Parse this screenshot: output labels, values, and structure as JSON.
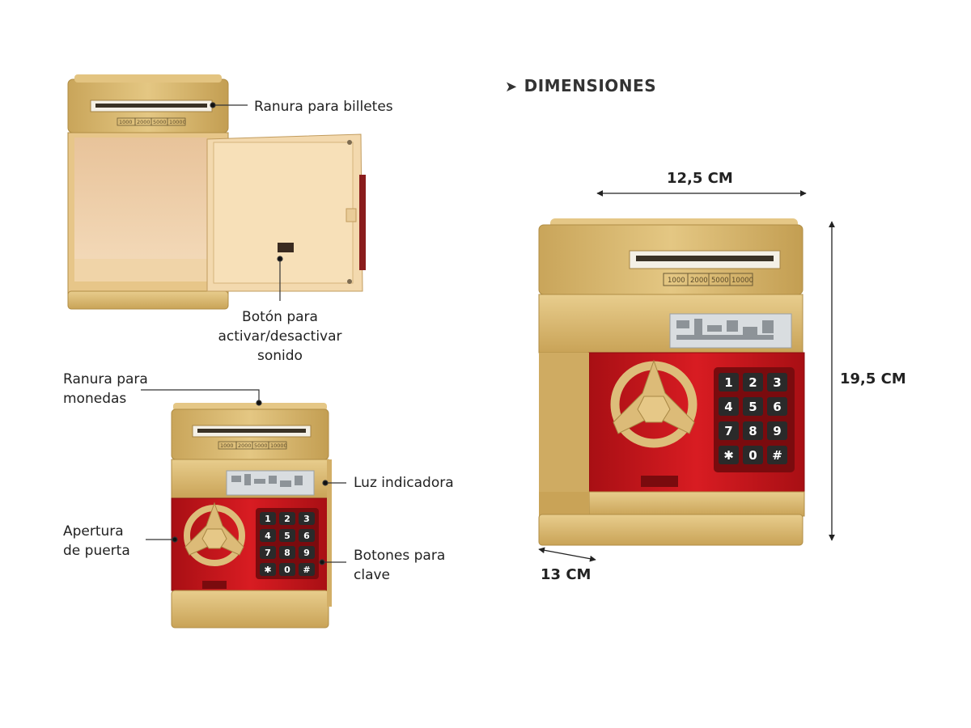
{
  "heading": {
    "arrow": "➤",
    "title": "DIMENSIONES"
  },
  "labels": {
    "bill_slot": "Ranura para billetes",
    "sound_button": [
      "Botón para",
      "activar/desactivar",
      "sonido"
    ],
    "coin_slot": [
      "Ranura para",
      "monedas"
    ],
    "indicator_light": "Luz indicadora",
    "door_opening": [
      "Apertura",
      "de puerta"
    ],
    "key_buttons": [
      "Botones para",
      "clave"
    ]
  },
  "dimensions": {
    "width": "12,5 CM",
    "height": "19,5 CM",
    "depth": "13 CM"
  },
  "denominations": [
    "1000",
    "2000",
    "5000",
    "10000"
  ],
  "keypad": [
    "1",
    "2",
    "3",
    "4",
    "5",
    "6",
    "7",
    "8",
    "9",
    "✱",
    "0",
    "#"
  ],
  "colors": {
    "gold": "#d9b76a",
    "gold_dark": "#b8924a",
    "red": "#c8161e",
    "key": "#2a2a2a"
  }
}
